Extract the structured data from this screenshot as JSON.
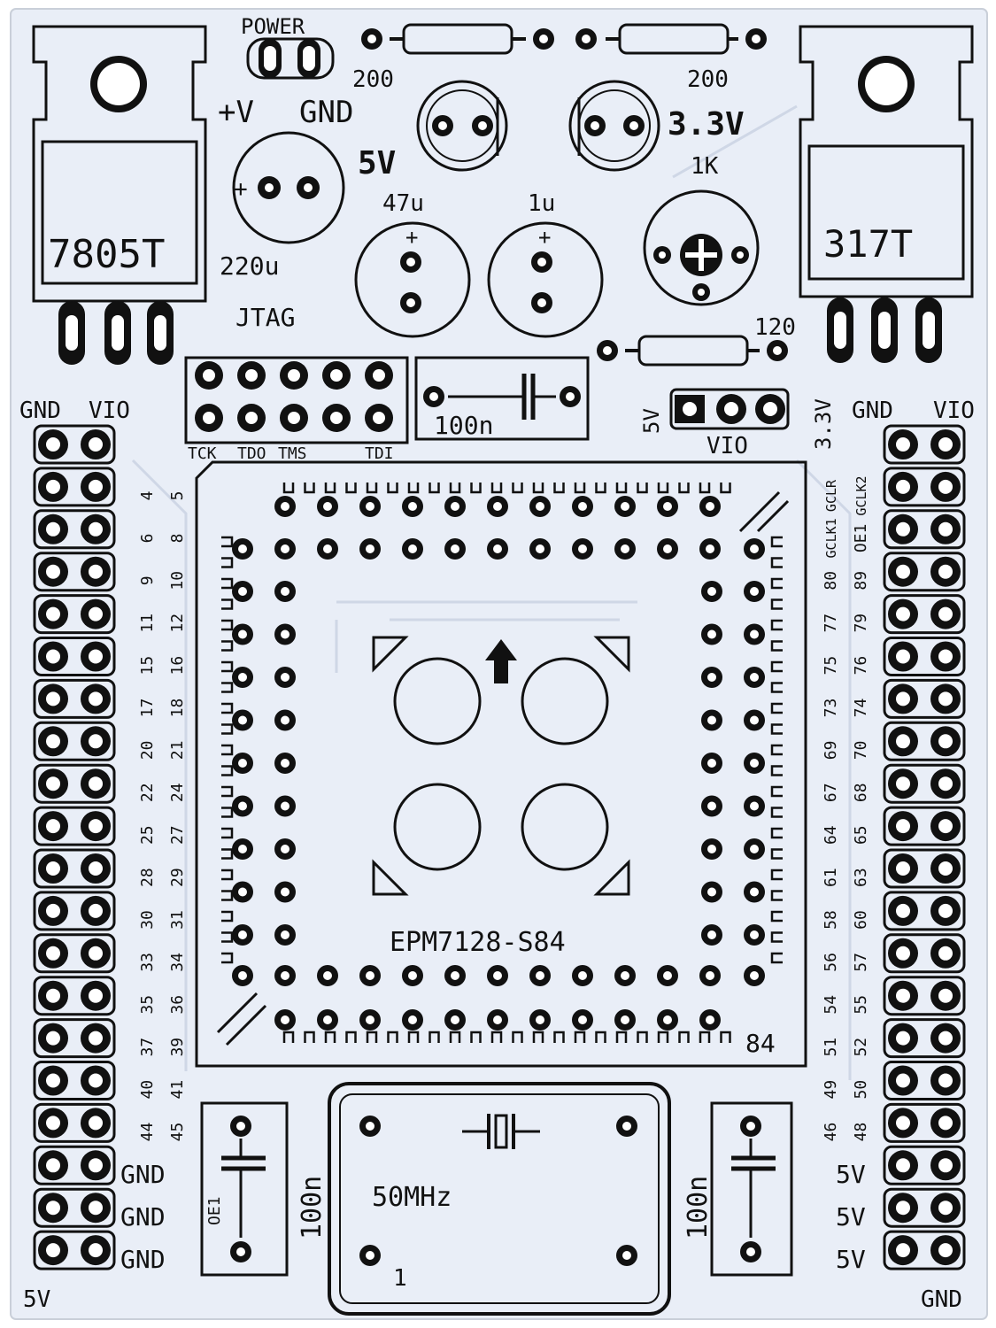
{
  "colors": {
    "board": "#e9eef7",
    "silkscreen": "#111111",
    "pad_copper": "#111111",
    "hole": "#ffffff",
    "trace": "#cfd7e6"
  },
  "power": {
    "label": "POWER",
    "vplus": "+V",
    "gnd": "GND"
  },
  "regulators": {
    "left": "7805T",
    "right": "317T"
  },
  "resistors": {
    "r1": "200",
    "r2": "200",
    "pot": "1K",
    "r3": "120"
  },
  "leds": {
    "five": "5V",
    "three": "3.3V"
  },
  "caps": {
    "c220": "220u",
    "c47": "47u",
    "c1": "1u",
    "c100_top": "100n",
    "c100_left": "100n",
    "c100_right": "100n",
    "oe1_small": "OE1"
  },
  "jtag": {
    "title": "JTAG",
    "pins": [
      "TCK",
      "TDO",
      "TMS",
      "TDI"
    ]
  },
  "vio_selector": {
    "left": "5V",
    "right": "3.3V",
    "title": "VIO"
  },
  "headers": {
    "left_top": [
      "GND",
      "VIO"
    ],
    "right_top": [
      "GND",
      "VIO"
    ],
    "left_bottom": [
      "GND",
      "GND",
      "GND"
    ],
    "right_bottom": [
      "5V",
      "5V",
      "5V"
    ],
    "corner_left": "5V",
    "corner_right": "GND"
  },
  "chip": {
    "name": "EPM7128-S84",
    "pin_label": "84"
  },
  "crystal": {
    "freq": "50MHz",
    "pin1": "1"
  },
  "left_pin_numbers": [
    [
      "4",
      "5"
    ],
    [
      "6",
      "8"
    ],
    [
      "9",
      "10"
    ],
    [
      "11",
      "12"
    ],
    [
      "15",
      "16"
    ],
    [
      "17",
      "18"
    ],
    [
      "20",
      "21"
    ],
    [
      "22",
      "24"
    ],
    [
      "25",
      "27"
    ],
    [
      "28",
      "29"
    ],
    [
      "30",
      "31"
    ],
    [
      "33",
      "34"
    ],
    [
      "35",
      "36"
    ],
    [
      "37",
      "39"
    ],
    [
      "40",
      "41"
    ],
    [
      "44",
      "45"
    ]
  ],
  "right_pin_numbers": [
    [
      "GCLR",
      "GCLK2"
    ],
    [
      "GCLK1",
      "OE1"
    ],
    [
      "80",
      "89"
    ],
    [
      "77",
      "79"
    ],
    [
      "75",
      "76"
    ],
    [
      "73",
      "74"
    ],
    [
      "69",
      "70"
    ],
    [
      "67",
      "68"
    ],
    [
      "64",
      "65"
    ],
    [
      "61",
      "63"
    ],
    [
      "58",
      "60"
    ],
    [
      "56",
      "57"
    ],
    [
      "54",
      "55"
    ],
    [
      "51",
      "52"
    ],
    [
      "49",
      "50"
    ],
    [
      "46",
      "48"
    ]
  ]
}
